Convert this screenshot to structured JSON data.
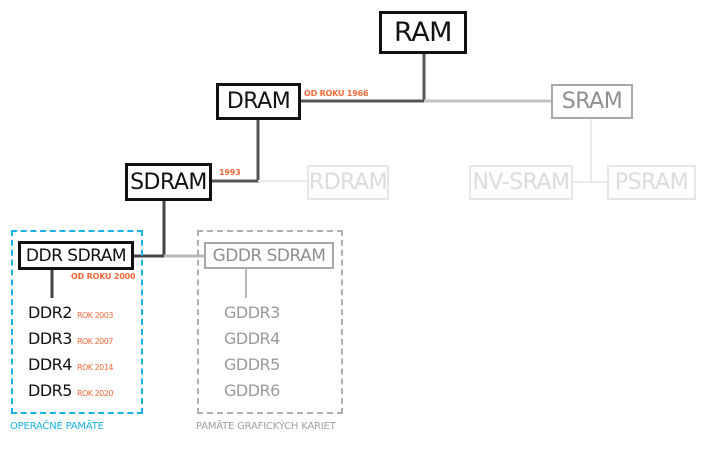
{
  "diagram": {
    "title": "RAM",
    "nodes": {
      "ram": {
        "label": "RAM",
        "emphasis": "primary"
      },
      "dram": {
        "label": "DRAM",
        "emphasis": "primary",
        "note": "OD ROKU 1966"
      },
      "sram": {
        "label": "SRAM",
        "emphasis": "secondary"
      },
      "sdram": {
        "label": "SDRAM",
        "emphasis": "primary",
        "note": "1993"
      },
      "rdram": {
        "label": "RDRAM",
        "emphasis": "tertiary"
      },
      "nv_sram": {
        "label": "NV-SRAM",
        "emphasis": "tertiary"
      },
      "psram": {
        "label": "PSRAM",
        "emphasis": "tertiary"
      },
      "ddr_sdram": {
        "label": "DDR SDRAM",
        "emphasis": "primary",
        "note": "OD ROKU 2000"
      },
      "gddr_sdram": {
        "label": "GDDR SDRAM",
        "emphasis": "secondary"
      }
    },
    "edges": [
      {
        "from": "RAM",
        "to": "DRAM"
      },
      {
        "from": "RAM",
        "to": "SRAM"
      },
      {
        "from": "DRAM",
        "to": "SDRAM"
      },
      {
        "from": "DRAM",
        "to": "RDRAM"
      },
      {
        "from": "SRAM",
        "to": "NV-SRAM"
      },
      {
        "from": "SRAM",
        "to": "PSRAM"
      },
      {
        "from": "SDRAM",
        "to": "DDR SDRAM"
      },
      {
        "from": "SDRAM",
        "to": "GDDR SDRAM"
      }
    ],
    "ddr_generations": [
      {
        "name": "DDR2",
        "year": "ROK 2003"
      },
      {
        "name": "DDR3",
        "year": "ROK 2007"
      },
      {
        "name": "DDR4",
        "year": "ROK 2014"
      },
      {
        "name": "DDR5",
        "year": "ROK 2020"
      }
    ],
    "gddr_generations": [
      "GDDR3",
      "GDDR4",
      "GDDR5",
      "GDDR6"
    ],
    "groups": {
      "main_memory": {
        "caption": "OPERAČNÉ PAMÄTE",
        "color": "#1bb1e7"
      },
      "graphics_memory": {
        "caption": "PAMÄTE GRAFICKÝCH KARIET",
        "color": "#b0b0b0"
      }
    },
    "colors": {
      "primary": "#111111",
      "secondary": "#a8a8a8",
      "tertiary": "#e6e6e6",
      "accent_note": "#f26b3a"
    }
  }
}
